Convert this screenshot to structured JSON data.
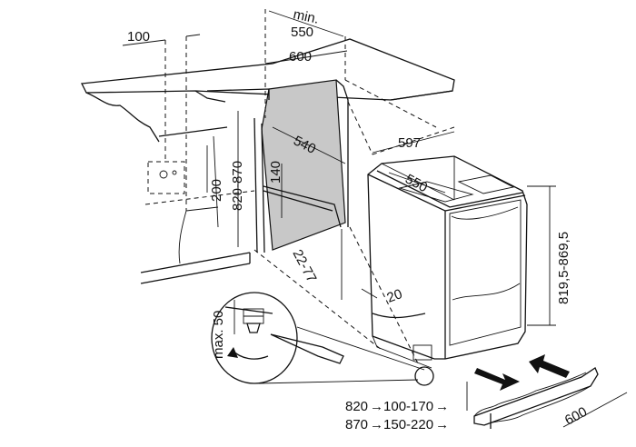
{
  "dimensions": {
    "d100": "100",
    "d_min": "min.",
    "d550_top": "550",
    "d600_top": "600",
    "d540": "540",
    "d140": "140",
    "d200": "200",
    "d820_870": "820-870",
    "d22_77": "22-77",
    "d597": "597",
    "d550_unit": "550",
    "d819": "819,5-869,5",
    "d20": "20",
    "d_max50": "max. 50",
    "d600_plinth": "600"
  },
  "table": [
    {
      "height": "820",
      "range": "100-170"
    },
    {
      "height": "870",
      "range": "150-220"
    }
  ],
  "arrow_glyph": "→",
  "colors": {
    "line": "#111111",
    "niche_fill": "#c8c8c8",
    "background": "#ffffff"
  }
}
